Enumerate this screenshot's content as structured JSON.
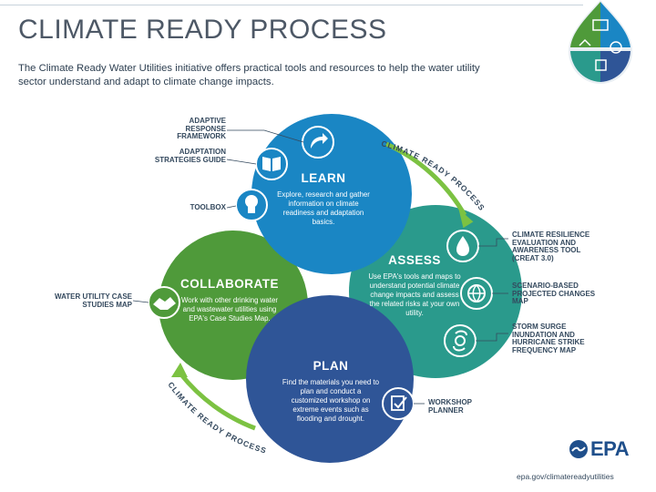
{
  "header": {
    "title": "CLIMATE READY PROCESS",
    "subtitle": "The Climate Ready Water Utilities initiative offers practical tools and resources to help the water utility sector understand and adapt to climate change impacts."
  },
  "stages": {
    "learn": {
      "heading": "LEARN",
      "body": "Explore, research and gather information on climate readiness and adaptation basics.",
      "color": "#1a86c4"
    },
    "assess": {
      "heading": "ASSESS",
      "body": "Use EPA's tools and maps to understand potential climate change impacts and assess the related risks at your own utility.",
      "color": "#2a9a8c"
    },
    "plan": {
      "heading": "PLAN",
      "body": "Find the materials you need to plan and conduct a customized workshop on extreme events such as flooding and drought.",
      "color": "#2f5597"
    },
    "collaborate": {
      "heading": "COLLABORATE",
      "body": "Work with other drinking water and wastewater utilities using EPA's Case Studies Map.",
      "color": "#4f9a3a"
    }
  },
  "tools": {
    "adaptive_response": "ADAPTIVE RESPONSE FRAMEWORK",
    "adaptation_strategies": "ADAPTATION STRATEGIES GUIDE",
    "toolbox": "TOOLBOX",
    "case_studies": "WATER UTILITY CASE STUDIES MAP",
    "creat": "CLIMATE RESILIENCE EVALUATION AND AWARENESS TOOL (CREAT 3.0)",
    "scenario": "SCENARIO-BASED PROJECTED CHANGES MAP",
    "storm_surge": "STORM SURGE INUNDATION AND HURRICANE STRIKE FREQUENCY MAP",
    "workshop": "WORKSHOP PLANNER"
  },
  "arrows": {
    "top": "CLIMATE READY PROCESS",
    "bottom": "CLIMATE READY PROCESS"
  },
  "footer": {
    "logo": "EPA",
    "url": "epa.gov/climatereadyutilities"
  },
  "icons": [
    "share-arrow-icon",
    "book-icon",
    "lightbulb-icon",
    "handshake-icon",
    "water-drop-icon",
    "globe-icon",
    "hurricane-icon",
    "checklist-icon",
    "epa-logo-icon"
  ]
}
